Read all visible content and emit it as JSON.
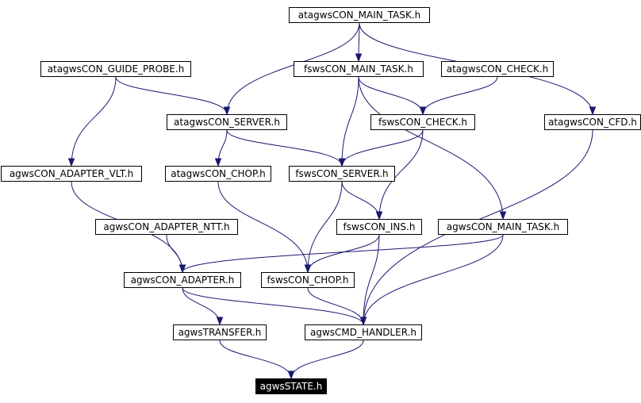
{
  "colors": {
    "edge": "#191970",
    "node_border": "#000000",
    "root_fill": "#000000",
    "root_text": "#ffffff",
    "background": "#ffffff"
  },
  "nodes": [
    {
      "id": "atagwsCON_MAIN_TASK",
      "label": "atagwsCON_MAIN_TASK.h"
    },
    {
      "id": "atagwsCON_GUIDE_PROBE",
      "label": "atagwsCON_GUIDE_PROBE.h"
    },
    {
      "id": "fswsCON_MAIN_TASK",
      "label": "fswsCON_MAIN_TASK.h"
    },
    {
      "id": "atagwsCON_CHECK",
      "label": "atagwsCON_CHECK.h"
    },
    {
      "id": "atagwsCON_SERVER",
      "label": "atagwsCON_SERVER.h"
    },
    {
      "id": "fswsCON_CHECK",
      "label": "fswsCON_CHECK.h"
    },
    {
      "id": "atagwsCON_CFD",
      "label": "atagwsCON_CFD.h"
    },
    {
      "id": "agwsCON_ADAPTER_VLT",
      "label": "agwsCON_ADAPTER_VLT.h"
    },
    {
      "id": "atagwsCON_CHOP",
      "label": "atagwsCON_CHOP.h"
    },
    {
      "id": "fswsCON_SERVER",
      "label": "fswsCON_SERVER.h"
    },
    {
      "id": "agwsCON_ADAPTER_NTT",
      "label": "agwsCON_ADAPTER_NTT.h"
    },
    {
      "id": "fswsCON_INS",
      "label": "fswsCON_INS.h"
    },
    {
      "id": "agwsCON_MAIN_TASK",
      "label": "agwsCON_MAIN_TASK.h"
    },
    {
      "id": "agwsCON_ADAPTER",
      "label": "agwsCON_ADAPTER.h"
    },
    {
      "id": "fswsCON_CHOP",
      "label": "fswsCON_CHOP.h"
    },
    {
      "id": "agwsTRANSFER",
      "label": "agwsTRANSFER.h"
    },
    {
      "id": "agwsCMD_HANDLER",
      "label": "agwsCMD_HANDLER.h"
    },
    {
      "id": "agwsSTATE",
      "label": "agwsSTATE.h",
      "root": true
    }
  ],
  "edges": [
    [
      "atagwsCON_MAIN_TASK",
      "fswsCON_MAIN_TASK"
    ],
    [
      "atagwsCON_MAIN_TASK",
      "atagwsCON_SERVER"
    ],
    [
      "atagwsCON_MAIN_TASK",
      "atagwsCON_CFD"
    ],
    [
      "atagwsCON_GUIDE_PROBE",
      "atagwsCON_SERVER"
    ],
    [
      "atagwsCON_GUIDE_PROBE",
      "agwsCON_ADAPTER_VLT"
    ],
    [
      "fswsCON_MAIN_TASK",
      "fswsCON_CHECK"
    ],
    [
      "fswsCON_MAIN_TASK",
      "fswsCON_SERVER"
    ],
    [
      "fswsCON_MAIN_TASK",
      "agwsCON_MAIN_TASK"
    ],
    [
      "atagwsCON_CHECK",
      "fswsCON_CHECK"
    ],
    [
      "atagwsCON_SERVER",
      "fswsCON_SERVER"
    ],
    [
      "atagwsCON_SERVER",
      "atagwsCON_CHOP"
    ],
    [
      "fswsCON_CHECK",
      "fswsCON_SERVER"
    ],
    [
      "fswsCON_CHECK",
      "fswsCON_INS"
    ],
    [
      "atagwsCON_CFD",
      "agwsCMD_HANDLER"
    ],
    [
      "agwsCON_ADAPTER_VLT",
      "agwsCON_ADAPTER"
    ],
    [
      "atagwsCON_CHOP",
      "fswsCON_CHOP"
    ],
    [
      "fswsCON_SERVER",
      "fswsCON_INS"
    ],
    [
      "fswsCON_SERVER",
      "fswsCON_CHOP"
    ],
    [
      "agwsCON_ADAPTER_NTT",
      "agwsCON_ADAPTER"
    ],
    [
      "fswsCON_INS",
      "fswsCON_CHOP"
    ],
    [
      "fswsCON_INS",
      "agwsCMD_HANDLER"
    ],
    [
      "agwsCON_MAIN_TASK",
      "agwsCON_ADAPTER"
    ],
    [
      "agwsCON_MAIN_TASK",
      "agwsCMD_HANDLER"
    ],
    [
      "agwsCON_ADAPTER",
      "agwsTRANSFER"
    ],
    [
      "agwsCON_ADAPTER",
      "agwsCMD_HANDLER"
    ],
    [
      "fswsCON_CHOP",
      "agwsCMD_HANDLER"
    ],
    [
      "agwsTRANSFER",
      "agwsSTATE"
    ],
    [
      "agwsCMD_HANDLER",
      "agwsSTATE"
    ]
  ]
}
